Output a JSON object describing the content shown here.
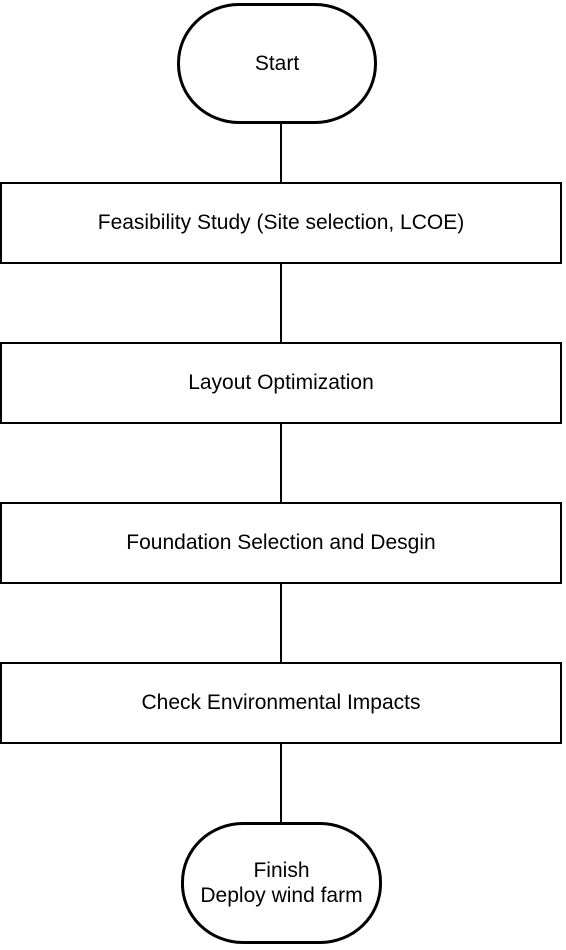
{
  "flowchart": {
    "start": {
      "label": "Start"
    },
    "steps": [
      {
        "label": "Feasibility Study (Site selection, LCOE)"
      },
      {
        "label": "Layout Optimization"
      },
      {
        "label": "Foundation Selection and Desgin"
      },
      {
        "label": "Check Environmental Impacts"
      }
    ],
    "finish": {
      "line1": "Finish",
      "line2": "Deploy wind farm"
    },
    "colors": {
      "stroke": "#000000",
      "fill": "#ffffff",
      "text": "#000000"
    }
  }
}
